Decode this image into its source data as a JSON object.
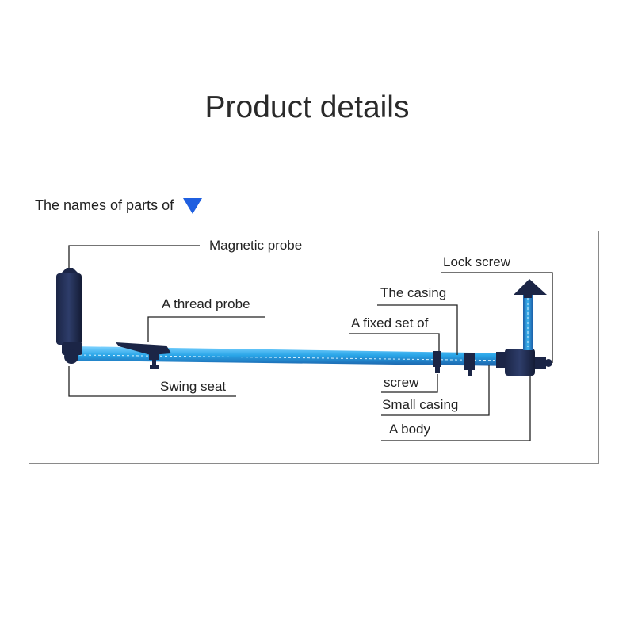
{
  "header": {
    "title": "Product details",
    "subtitle": "The names of parts of",
    "accent_color": "#1f5fe0",
    "subtitle_icon": "triangle-down-icon"
  },
  "diagram": {
    "labels": {
      "magnetic_probe": "Magnetic probe",
      "thread_probe": "A thread probe",
      "swing_seat": "Swing seat",
      "casing": "The casing",
      "fixed_set": "A fixed set of",
      "screw": "screw",
      "small_casing": "Small casing",
      "body": "A body",
      "lock_screw": "Lock screw"
    },
    "colors": {
      "rod": "#2aa6e8",
      "rod_dark": "#1a5fa8",
      "parts": "#1b2546",
      "leader": "#222222"
    }
  }
}
